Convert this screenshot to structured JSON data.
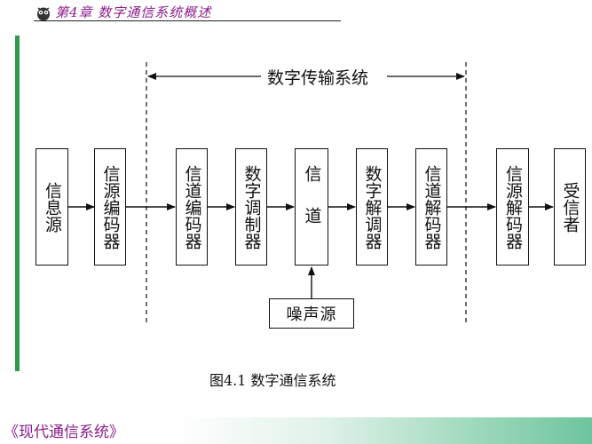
{
  "header": {
    "chapter_title": "第4章   数字通信系统概述"
  },
  "diagram": {
    "system_label": "数字传输系统",
    "blocks": [
      {
        "label": "信息源"
      },
      {
        "label": "信源编码器"
      },
      {
        "label": "信道编码器"
      },
      {
        "label": "数字调制器"
      },
      {
        "label": "信道"
      },
      {
        "label": "数字解调器"
      },
      {
        "label": "信道解码器"
      },
      {
        "label": "信源解码器"
      },
      {
        "label": "受信者"
      }
    ],
    "noise_source": "噪声源",
    "caption": "图4.1  数字通信系统"
  },
  "footer": {
    "book_title": "《现代通信系统》"
  },
  "colors": {
    "header_text": "#8c1c8c",
    "left_bar": "#2e9a4a",
    "footer_accent": "#6cc59c"
  },
  "icons": {
    "header_logo": "owl-logo-icon"
  }
}
